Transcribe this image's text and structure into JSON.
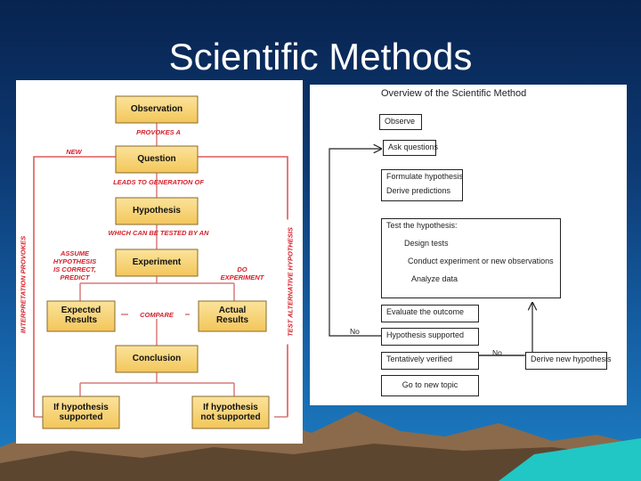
{
  "slide": {
    "title": "Scientific Methods"
  },
  "left_diagram": {
    "boxes": {
      "observation": "Observation",
      "question": "Question",
      "hypothesis": "Hypothesis",
      "experiment": "Experiment",
      "expected": "Expected\nResults",
      "actual": "Actual\nResults",
      "conclusion": "Conclusion",
      "supported": "If hypothesis\nsupported",
      "not_supported": "If hypothesis\nnot supported"
    },
    "labels": {
      "provokes": "PROVOKES A",
      "new": "NEW",
      "leads": "LEADS TO GENERATION OF",
      "tested": "WHICH CAN BE TESTED BY AN",
      "assume": "ASSUME\nHYPOTHESIS\nIS CORRECT,\nPREDICT",
      "do_experiment": "DO\nEXPERIMENT",
      "compare": "COMPARE",
      "interpretation": "INTERPRETATION PROVOKES",
      "test_alternative": "TEST ALTERNATIVE HYPOTHESIS"
    }
  },
  "right_diagram": {
    "title": "Overview of the Scientific Method",
    "observe": "Observe",
    "ask": "Ask questions",
    "formulate": "Formulate hypothesis",
    "derive": "Derive predictions",
    "test": "Test the hypothesis:",
    "design": "Design tests",
    "conduct": "Conduct experiment or new observations",
    "analyze": "Analyze data",
    "evaluate": "Evaluate the outcome",
    "supported": "Hypothesis supported",
    "tentatively": "Tentatively verified",
    "new_topic": "Go to new topic",
    "derive_new": "Derive new hypothesis",
    "no_left": "No",
    "no_right": "No"
  }
}
